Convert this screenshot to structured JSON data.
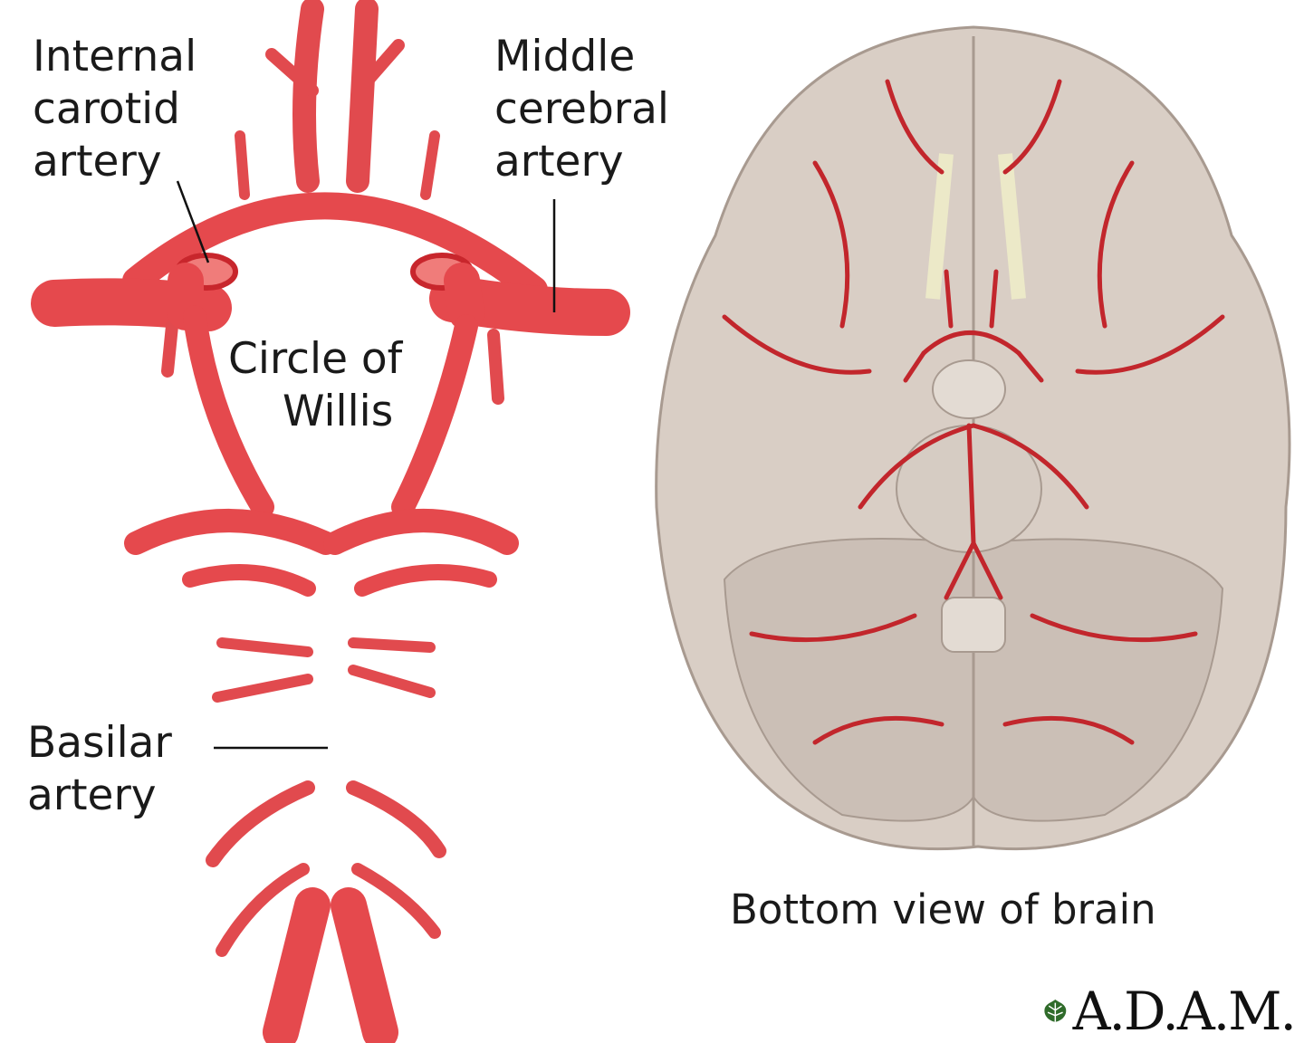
{
  "labels": {
    "internal_carotid": [
      "Internal",
      "carotid",
      "artery"
    ],
    "middle_cerebral": [
      "Middle",
      "cerebral",
      "artery"
    ],
    "circle_of_willis": [
      "Circle of",
      "Willis"
    ],
    "basilar": [
      "Basilar",
      "artery"
    ],
    "bottom_view": "Bottom view of brain"
  },
  "logo": {
    "text": "A.D.A.M."
  },
  "colors": {
    "artery": "#e8474b",
    "artery_dark": "#c8262c",
    "artery_light": "#f7a8a6",
    "brain": "#d8cdc4",
    "brain_shade": "#b9aba1",
    "nerve": "#ece9c8",
    "logo_green": "#2f6b2a"
  }
}
